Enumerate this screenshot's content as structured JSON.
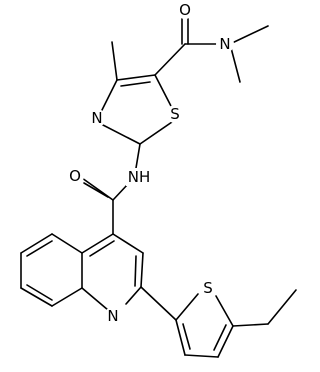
{
  "structure": {
    "atoms": {
      "O_amide_top": "O",
      "N_dimethyl": "N",
      "S_thiazole": "S",
      "N_thiazole": "N",
      "O_amide_mid": "O",
      "NH_linker": "NH",
      "N_quinoline": "N",
      "S_thiophene": "S"
    }
  }
}
